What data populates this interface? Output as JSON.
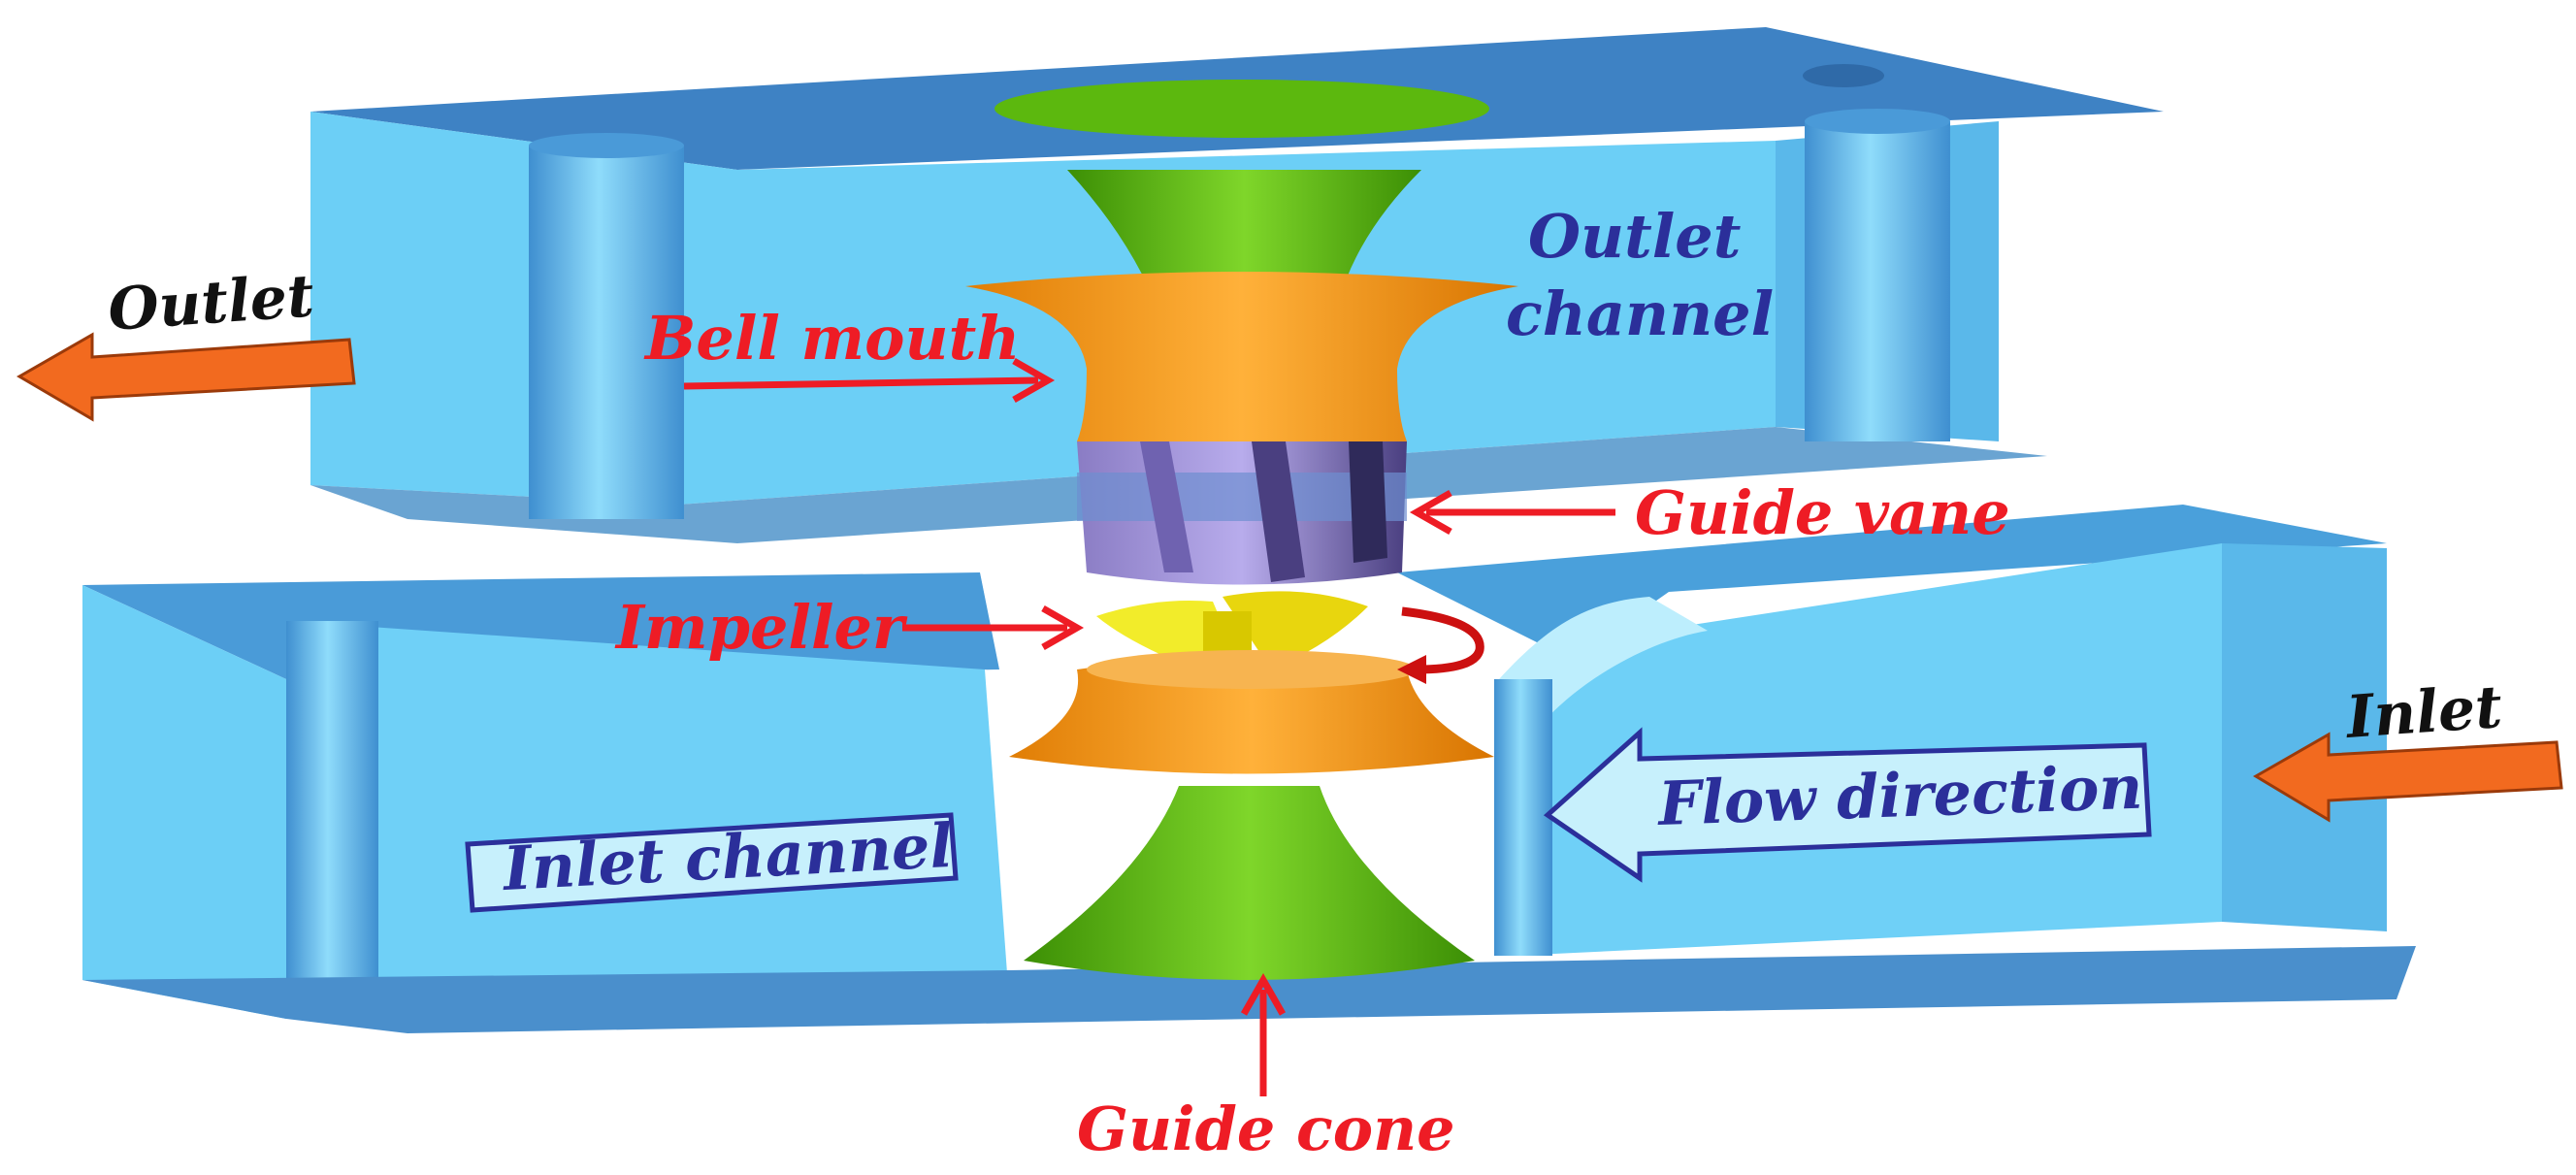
{
  "labels": {
    "outlet": "Outlet",
    "inlet": "Inlet",
    "bell_mouth": "Bell mouth",
    "guide_vane": "Guide vane",
    "impeller": "Impeller",
    "guide_cone": "Guide cone",
    "outlet_channel_line1": "Outlet",
    "outlet_channel_line2": "channel",
    "inlet_channel": "Inlet channel",
    "flow_direction": "Flow direction"
  },
  "colors": {
    "channel_light": "#6fd0f7",
    "channel_mid": "#4aa6de",
    "channel_dark": "#3b7fc0",
    "bell_mouth": "#f39a1a",
    "guide_cone": "#5cb80e",
    "guide_vane": "#a99ad8",
    "impeller": "#f2ec2a",
    "annotation": "#ee1c25",
    "channel_text": "#2b2f9a",
    "flow_arrow": "#f26a1f"
  },
  "icons": {
    "outlet_arrow": "left-arrow-icon",
    "inlet_arrow": "left-arrow-icon",
    "rotation_arrow": "rotation-arrow-icon",
    "flow_direction_arrow": "left-arrow-outline-icon"
  }
}
